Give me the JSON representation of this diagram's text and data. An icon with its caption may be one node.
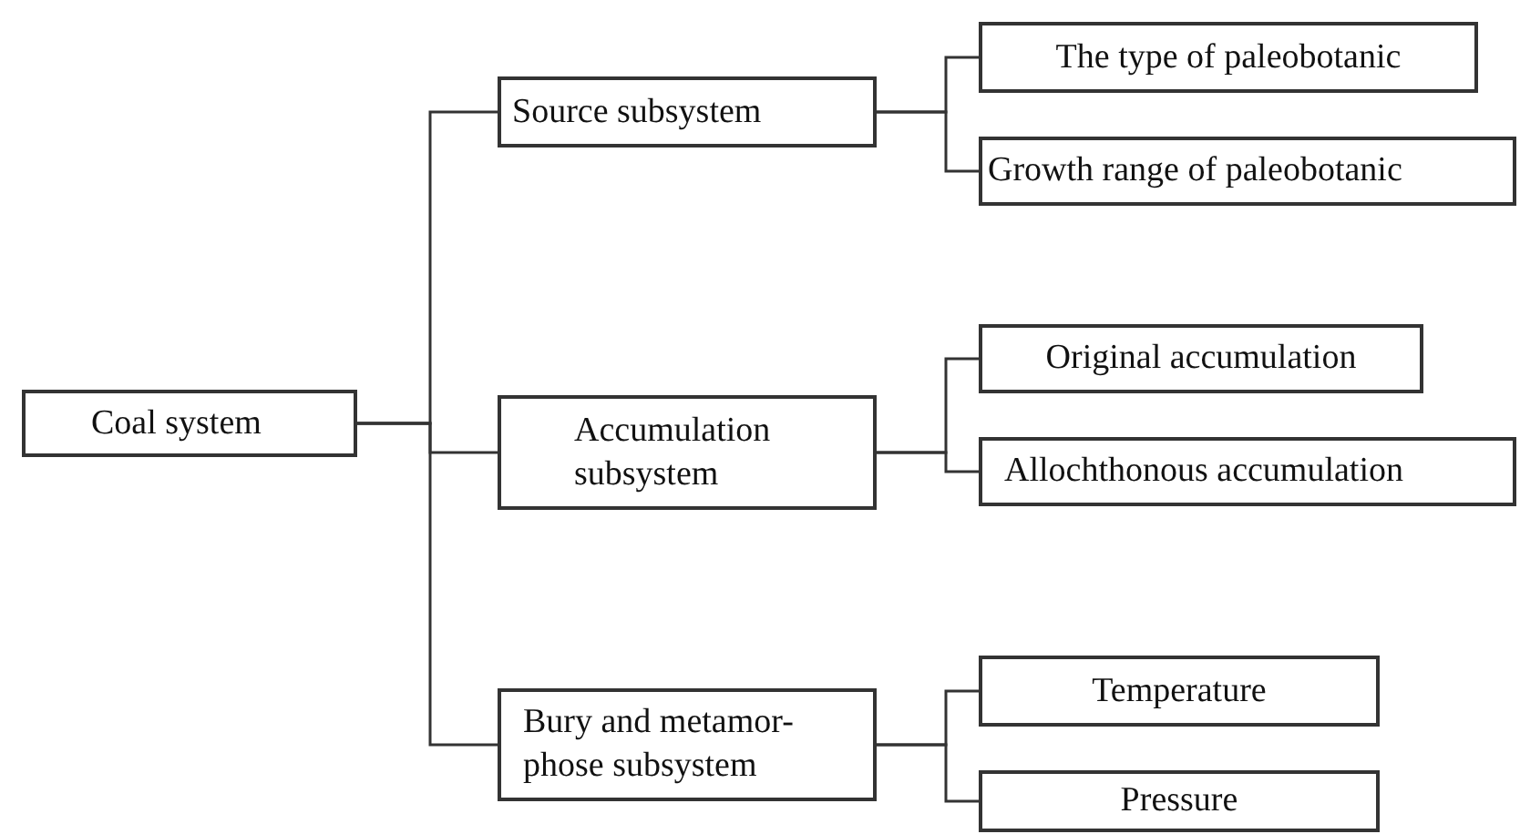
{
  "diagram": {
    "nodes": [
      {
        "text": [
          "Coal system"
        ]
      },
      {
        "text": [
          "Source subsystem"
        ]
      },
      {
        "text": [
          "Accumulation subsystem"
        ]
      },
      {
        "text": [
          "Bury and metamor- phose subsystem"
        ]
      },
      {
        "text": [
          "The type of paleobotanic"
        ]
      },
      {
        "text": [
          "Growth range of paleobotanic"
        ]
      },
      {
        "text": [
          "Original accumulation"
        ]
      },
      {
        "text": [
          "Allochthonous accumulation"
        ]
      },
      {
        "text": [
          "Temperature"
        ]
      },
      {
        "text": [
          "Pressure"
        ]
      }
    ],
    "edges": [
      {
        "from": 0,
        "to": 1,
        "arrow": "none"
      },
      {
        "from": 0,
        "to": 2,
        "arrow": "none"
      },
      {
        "from": 0,
        "to": 3,
        "arrow": "none"
      },
      {
        "from": 1,
        "to": 4,
        "arrow": "none"
      },
      {
        "from": 1,
        "to": 5,
        "arrow": "none"
      },
      {
        "from": 2,
        "to": 6,
        "arrow": "none"
      },
      {
        "from": 2,
        "to": 7,
        "arrow": "none"
      },
      {
        "from": 3,
        "to": 8,
        "arrow": "none"
      },
      {
        "from": 3,
        "to": 9,
        "arrow": "none"
      }
    ]
  }
}
